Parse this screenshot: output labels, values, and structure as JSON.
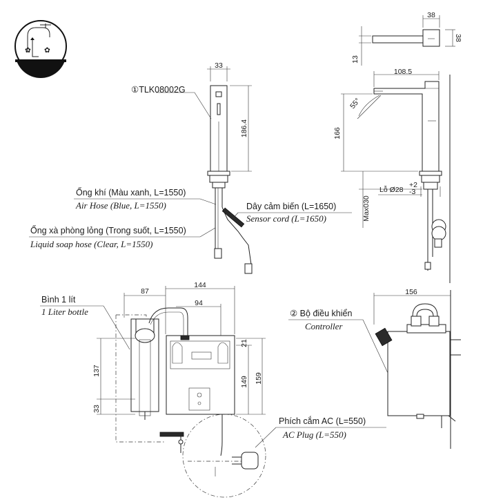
{
  "labels": {
    "faucet_model": "①TLK08002G",
    "air_hose_vi": "Ống khí (Màu xanh, L=1550)",
    "air_hose_en": "Air Hose (Blue, L=1550)",
    "soap_hose_vi": "Ống xà phòng lỏng (Trong suốt, L=1550)",
    "soap_hose_en": "Liquid soap hose (Clear, L=1550)",
    "sensor_cord_vi": "Dây cảm biến (L=1650)",
    "sensor_cord_en": "Sensor cord (L=1650)",
    "bottle_vi": "Bình 1 lít",
    "bottle_en": "1 Liter bottle",
    "controller_vi": "② Bộ điều khiển",
    "controller_en": "Controller",
    "ac_plug_vi": "Phích cắm AC (L=550)",
    "ac_plug_en": "AC Plug (L=550)",
    "hole_label": "Lỗ Ø28",
    "hole_tol_upper": "+2",
    "hole_tol_lower": "-3",
    "max_label": "Max030"
  },
  "dimensions": {
    "top_width": "38",
    "top_depth": "38",
    "top_thickness": "13",
    "front_width": "33",
    "front_height": "186.4",
    "side_reach": "108.5",
    "side_angle": "55°",
    "side_height": "166",
    "bottle_w": "87",
    "ctrl_w": "144",
    "ctrl_inner_w": "94",
    "ctrl_offset": "21",
    "ctrl_h1": "149",
    "ctrl_h2": "159",
    "bottle_h1": "137",
    "bottle_h2": "33",
    "ctrl_side_w": "156"
  },
  "icons": {
    "badge": "dispenser-icon"
  }
}
